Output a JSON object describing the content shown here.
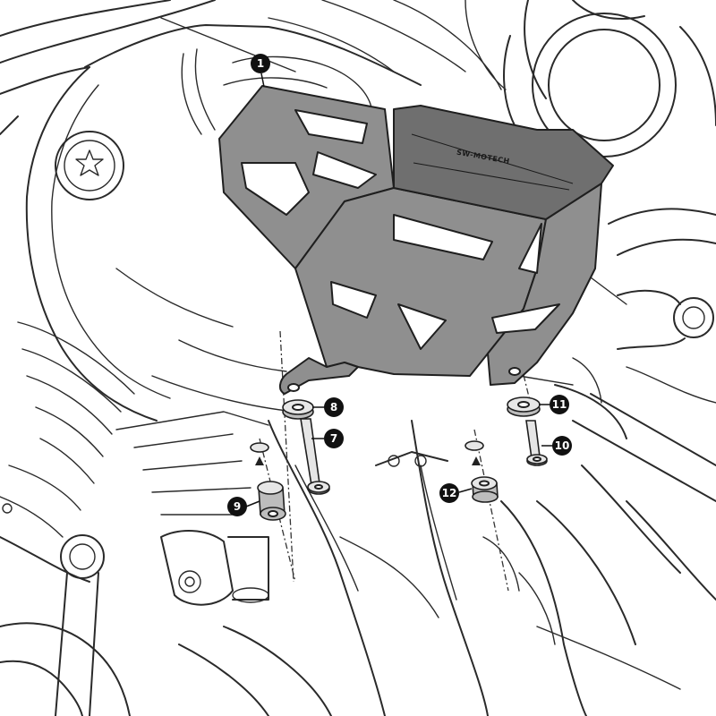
{
  "brand": {
    "plate_text": "SW-MOTECH"
  },
  "callouts": {
    "c1": "1",
    "c7": "7",
    "c8": "8",
    "c9": "9",
    "c10": "10",
    "c11": "11",
    "c12": "12"
  },
  "colors": {
    "plate": "#8f8f8f",
    "plate_top": "#6f6f6f",
    "line": "#2a2a2a",
    "callout": "#111111"
  }
}
